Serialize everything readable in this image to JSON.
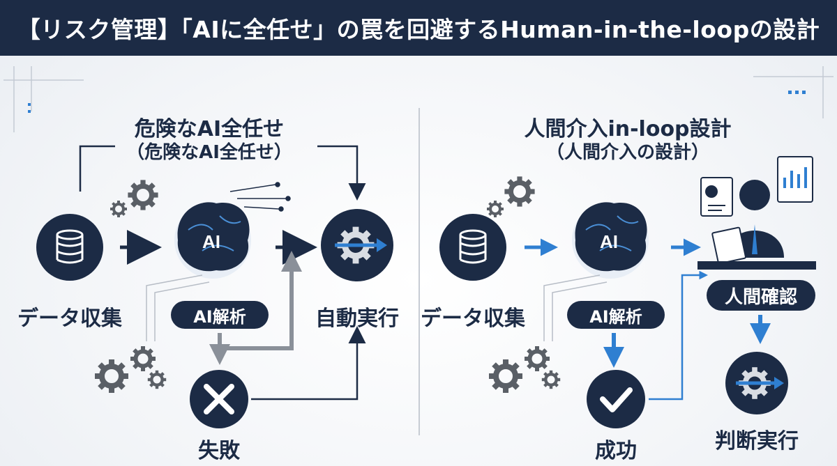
{
  "header": {
    "title": "【リスク管理】「AIに全任せ」の罠を回避するHuman-in-the-loopの設計"
  },
  "left": {
    "title": "危険なAI全任せ",
    "subtitle": "（危険なAI全任せ）",
    "data_label": "データ収集",
    "ai_label": "AI解析",
    "ai_badge": "AI",
    "exec_label": "自動実行",
    "fail_label": "失敗"
  },
  "right": {
    "title": "人間介入in-loop設計",
    "subtitle": "（人間介入の設計）",
    "data_label": "データ収集",
    "ai_label": "AI解析",
    "ai_badge": "AI",
    "human_label": "人間確認",
    "success_label": "成功",
    "exec_label": "判断実行"
  },
  "colors": {
    "navy": "#1c2b45",
    "blue": "#2f7fd1",
    "gray": "#8a9099"
  }
}
